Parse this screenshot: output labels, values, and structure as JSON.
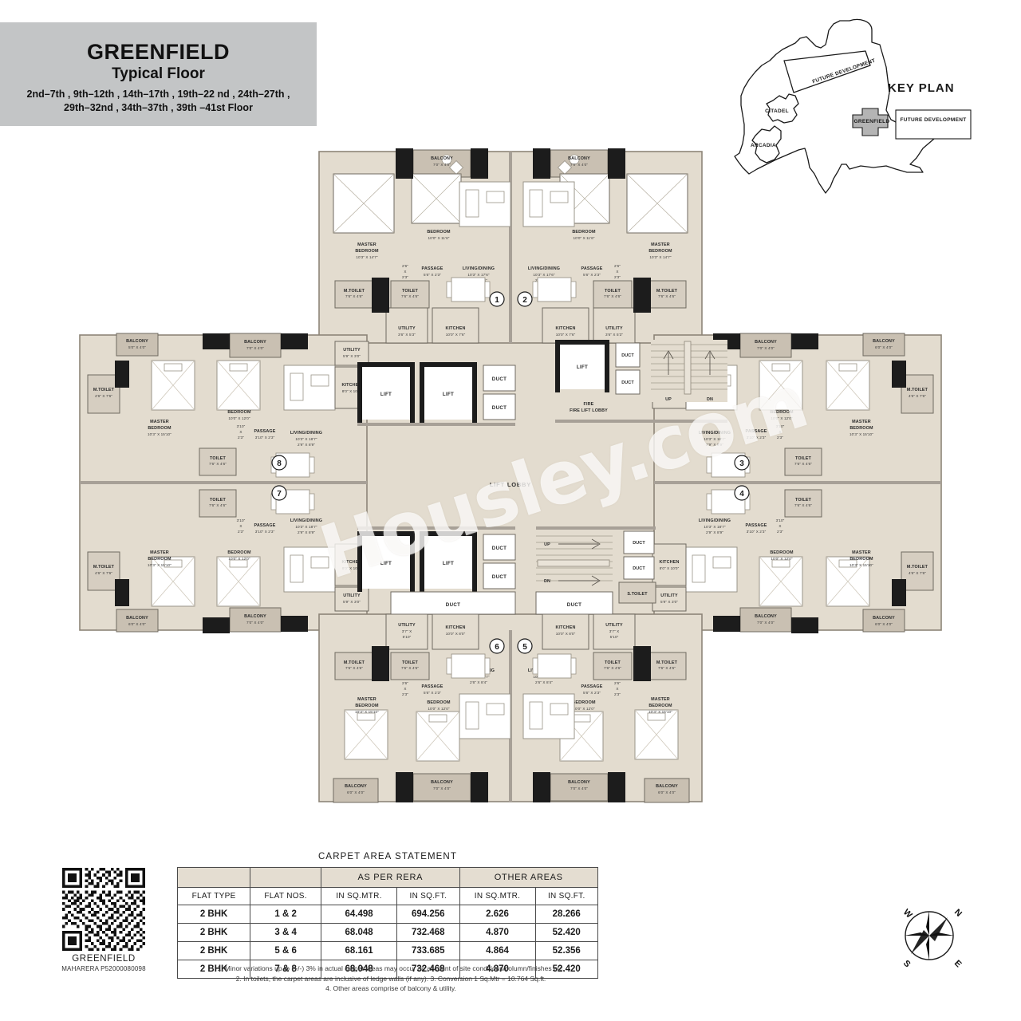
{
  "header": {
    "project": "GREENFIELD",
    "subtitle": "Typical Floor",
    "floors_line1": "2nd–7th , 9th–12th , 14th–17th , 19th–22 nd , 24th–27th ,",
    "floors_line2": "29th–32nd , 34th–37th , 39th –41st  Floor"
  },
  "keyplan": {
    "title": "KEY PLAN",
    "labels": {
      "future_development_diagonal": "FUTURE DEVELOPMENT",
      "citadel": "CITADEL",
      "arcadia": "ARCADIA",
      "greenfield": "GREENFIELD",
      "future_development_box": "FUTURE DEVELOPMENT"
    }
  },
  "watermark": "Housley.com",
  "floorplan": {
    "core": {
      "lift_lobby": "LIFT LOBBY",
      "fire_lift_lobby": "FIRE LIFT LOBBY",
      "lift": "LIFT",
      "duct": "DUCT",
      "up": "UP",
      "dn": "DN",
      "s_toilet": "S.TOILET"
    },
    "unit_numbers": [
      "1",
      "2",
      "3",
      "4",
      "5",
      "6",
      "7",
      "8"
    ],
    "rooms": {
      "master_bedroom": "MASTER BEDROOM",
      "bedroom": "BEDROOM",
      "living_dining": "LIVING/DINING",
      "kitchen": "KITCHEN",
      "utility": "UTILITY",
      "balcony": "BALCONY",
      "passage": "PASSAGE",
      "toilet": "TOILET",
      "m_toilet": "M.TOILET"
    },
    "dims": {
      "top_master_bedroom": "10'3\" X 14'7\"",
      "top_bedroom": "10'0\" X 11'6\"",
      "top_living_dining_a": "10'3\" X 17'6\"",
      "top_living_dining_b": "2'6\" X 8'4\"",
      "top_balcony": "7'0\" X 4'0\"",
      "top_kitchen": "10'0\" X 7'6\"",
      "top_utility": "3'6\" X 5'3\"",
      "top_toilet": "7'6\" X 4'6\"",
      "top_m_toilet": "7'6\" X 4'6\"",
      "top_passage": "5'6\" X 2'3\"",
      "top_passage_small": "2'6\" X 2'3\"",
      "side_master_bedroom": "10'3\" X 15'10\"",
      "side_bedroom": "10'0\" X 12'0\"",
      "side_living_dining_a": "10'3\" X 18'7\"",
      "side_living_dining_b": "2'9\" X 8'9\"",
      "side_balcony_a": "7'0\" X 4'0\"",
      "side_balcony_b": "6'0\" X 4'0\"",
      "side_balcony_c": "5'0\" X 4'0\"",
      "side_kitchen": "8'0\" X 10'0\"",
      "side_utility": "5'9\" X 3'0\"",
      "side_m_toilet": "4'6\" X 7'6\"",
      "side_toilet": "7'6\" X 4'6\"",
      "side_passage": "3'10\" X 2'3\"",
      "side_passage_small": "3'10\" X 2'3\"",
      "bot_living_dining_a": "10'3\" X 18'7\"",
      "bot_living_dining_b": "2'6\" X 8'4\"",
      "bot_kitchen": "10'0\" X 8'0\"",
      "bot_utility": "3'7\" X 5'10\""
    }
  },
  "carpet_area": {
    "title": "CARPET AREA STATEMENT",
    "group_headers": [
      "",
      "",
      "AS PER RERA",
      "OTHER AREAS"
    ],
    "columns": [
      "FLAT TYPE",
      "FLAT NOS.",
      "IN SQ.MTR.",
      "IN SQ.FT.",
      "IN SQ.MTR.",
      "IN SQ.FT."
    ],
    "rows": [
      {
        "flat_type": "2 BHK",
        "flat_nos": "1 & 2",
        "rera_sqmtr": "64.498",
        "rera_sqft": "694.256",
        "other_sqmtr": "2.626",
        "other_sqft": "28.266"
      },
      {
        "flat_type": "2 BHK",
        "flat_nos": "3 & 4",
        "rera_sqmtr": "68.048",
        "rera_sqft": "732.468",
        "other_sqmtr": "4.870",
        "other_sqft": "52.420"
      },
      {
        "flat_type": "2 BHK",
        "flat_nos": "5 & 6",
        "rera_sqmtr": "68.161",
        "rera_sqft": "733.685",
        "other_sqmtr": "4.864",
        "other_sqft": "52.356"
      },
      {
        "flat_type": "2 BHK",
        "flat_nos": "7 & 8",
        "rera_sqmtr": "68.048",
        "rera_sqft": "732.468",
        "other_sqmtr": "4.870",
        "other_sqft": "52.420"
      }
    ],
    "footnotes_line1": "1. Minor variations up to (+/-) 3% in actual carpet areas may occur on account of site conditions/column/finishes etc.",
    "footnotes_line2": "2. In toilets, the carpet areas are inclusive of ledge walls (if any). 3. Conversion 1 Sq.Mtr = 10.764 Sq.ft.",
    "footnotes_line3": "4. Other areas comprise of balcony & utility."
  },
  "qr": {
    "name": "GREENFIELD",
    "rera": "MAHARERA P52000080098"
  },
  "compass": {
    "n": "N",
    "e": "E",
    "s": "S",
    "w": "W"
  },
  "colors": {
    "banner": "#c3c5c6",
    "floor_fill": "#e3dccf",
    "wall_dark": "#1c1c1c",
    "wall_mid": "#9b9territories",
    "table_header": "#e4ddd1",
    "balcony_fill": "#c9c0b2"
  }
}
